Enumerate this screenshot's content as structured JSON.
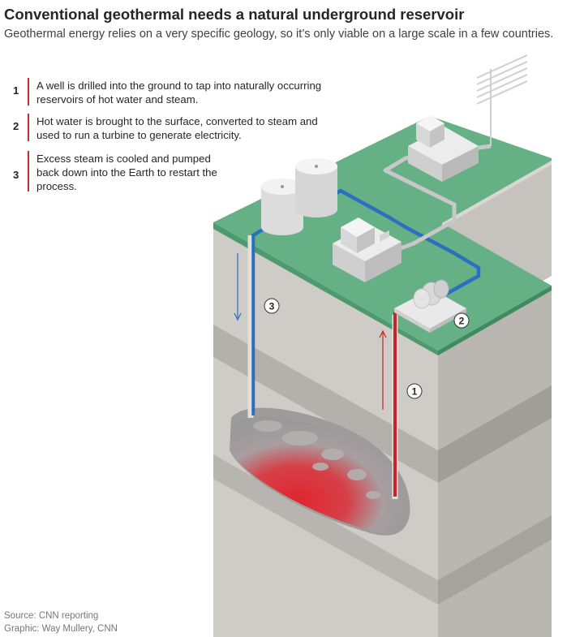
{
  "header": {
    "title": "Conventional geothermal needs a natural underground reservoir",
    "subtitle": "Geothermal energy relies on a very specific geology, so it’s only viable on a large scale in a few countries."
  },
  "steps": [
    {
      "number": "1",
      "text": "A well is drilled into the ground to tap into naturally occurring reservoirs of hot water and steam."
    },
    {
      "number": "2",
      "text": "Hot water is brought to the surface, converted to steam and used to run a turbine to generate electricity."
    },
    {
      "number": "3",
      "text": "Excess steam is cooled and pumped back down into the Earth to restart the process."
    }
  ],
  "callouts": {
    "well": "1",
    "turbine": "2",
    "injection": "3"
  },
  "footer": {
    "source": "Source: CNN reporting",
    "credit": "Graphic: Way Mullery, CNN"
  },
  "colors": {
    "surface_green": "#67b086",
    "ground_face": "#d0ccc7",
    "ground_side": "#b9b5b0",
    "hot_pipe": "#c8232c",
    "cold_pipe": "#2a6fc0",
    "accent_bar": "#c42a2a"
  }
}
